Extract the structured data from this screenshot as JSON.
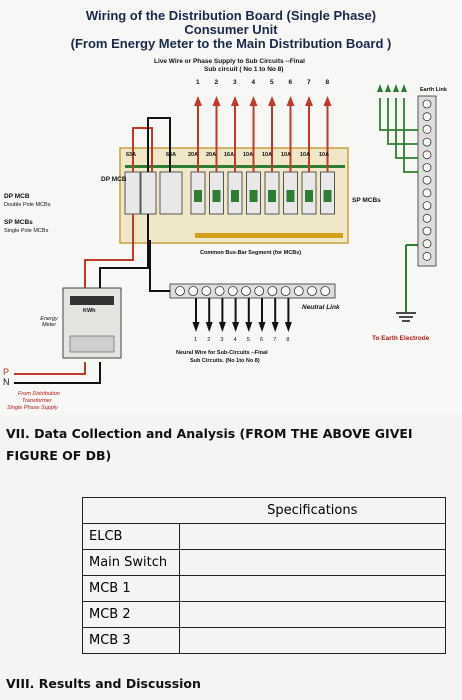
{
  "diagram": {
    "title": "Wiring of the Distribution Board (Single Phase)",
    "subtitle1": "Consumer Unit",
    "subtitle2": "(From Energy Meter to the Main Distribution Board )",
    "live_wire_label1": "Live Wire or Phase Supply to Sub Circuits --Final",
    "live_wire_label2": "Sub circuit ( No 1 to No 8)",
    "top_numbers": [
      "1",
      "2",
      "3",
      "4",
      "5",
      "6",
      "7",
      "8"
    ],
    "earth_link": "Earth Link",
    "ratings": [
      "63A",
      "63A",
      "20A",
      "20A",
      "16A",
      "10A",
      "10A",
      "10A",
      "10A",
      "10A"
    ],
    "dp_mcb_inside": "DP MCB",
    "dp_mcb_label": "DP MCB",
    "dp_mcb_sub": "Double Pole MCBs",
    "sp_mcb_label": "SP MCBs",
    "sp_mcb_sub": "Single Pole MCBs",
    "sp_mcbs_right": "SP MCBs",
    "busbar_label": "Common Bus-Bar Segment (for MCBs)",
    "neutral_link": "Neutral Link",
    "meter_kwh": "KWh",
    "energy_meter": "Energy Meter",
    "bottom_numbers": [
      "1",
      "2",
      "3",
      "4",
      "5",
      "6",
      "7",
      "8"
    ],
    "neutral_wire1": "Neural Wire for Sub-Circuits --Final",
    "neutral_wire2": "Sub Circuits. (No 1to No 8)",
    "earth_electrode": "To Earth Electrode",
    "p": "P",
    "n": "N",
    "from_dist1": "From Distribution",
    "from_dist2": "Transformer",
    "from_dist3": "Single Phase Supply",
    "colors": {
      "live": "#c0392b",
      "neutral": "#111111",
      "earth": "#2e7d32",
      "busbar": "#d4a017",
      "panel": "#f0e6c8"
    }
  },
  "section7": {
    "heading_line1": "VII. Data Collection and Analysis (FROM THE ABOVE GIVEI",
    "heading_line2": "FIGURE OF DB)"
  },
  "table": {
    "header": "Specifications",
    "rows": [
      "ELCB",
      "Main Switch",
      "MCB 1",
      "MCB 2",
      "MCB 3"
    ]
  },
  "section8": {
    "heading": "VIII. Results and Discussion"
  }
}
